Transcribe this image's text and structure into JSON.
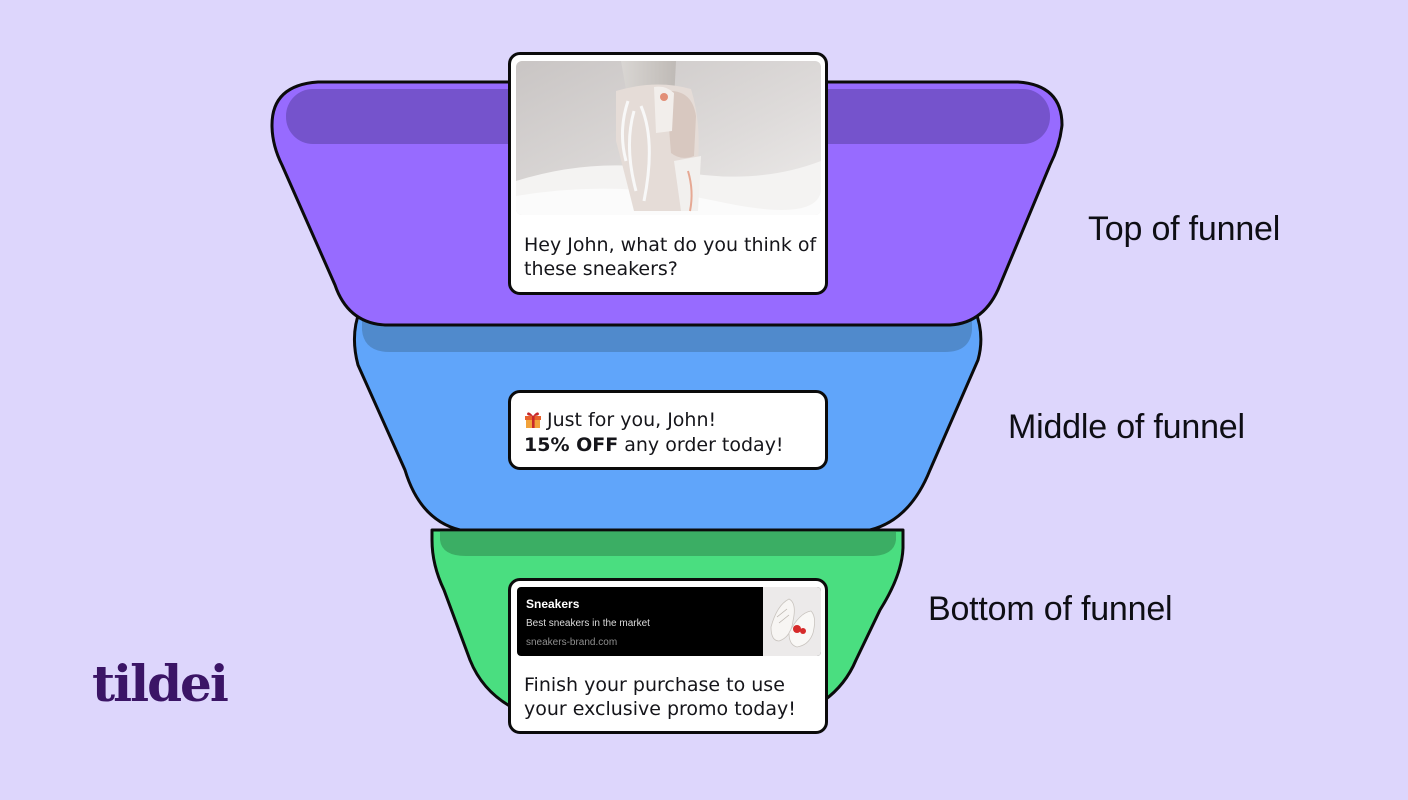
{
  "labels": {
    "top": "Top of funnel",
    "middle": "Middle of funnel",
    "bottom": "Bottom of funnel"
  },
  "cards": {
    "top": {
      "message": "Hey John, what do you think of these sneakers?",
      "image": "sneaker-photo"
    },
    "middle": {
      "line1": "Just for you, John!",
      "discount": "15% OFF",
      "line2_rest": " any order today!",
      "icon": "gift-icon"
    },
    "bottom": {
      "ad_title": "Sneakers",
      "ad_subtitle": "Best sneakers in the market",
      "ad_url": "sneakers-brand.com",
      "ad_image": "sneaker-thumbnail",
      "message": "Finish your purchase to use your exclusive promo today!"
    }
  },
  "logo": "tildei",
  "colors": {
    "background": "#ddd6fc",
    "top_tier": "#976bff",
    "middle_tier": "#60a5fa",
    "bottom_tier": "#4ade80",
    "logo": "#3b1566"
  }
}
